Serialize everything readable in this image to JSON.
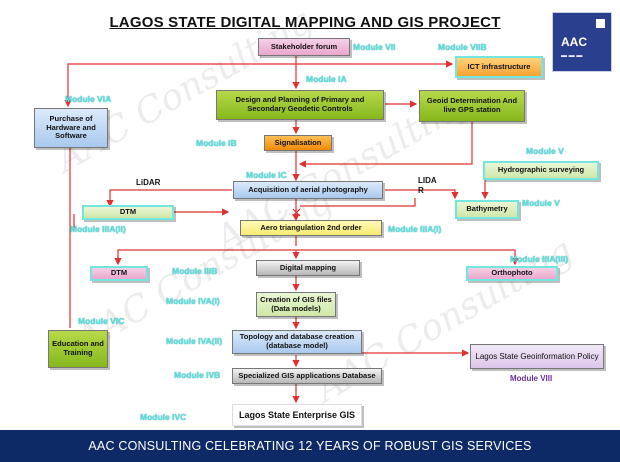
{
  "title": "LAGOS STATE DIGITAL MAPPING AND GIS PROJECT",
  "logo": {
    "text": "AAC"
  },
  "footer": "AAC CONSULTING CELEBRATING 12 YEARS OF ROBUST GIS SERVICES",
  "colors": {
    "footer_bg": "#0d2a66",
    "module_label": "#5fe2e2",
    "arrow": "#e03030",
    "module_viii": "#6a2fa0"
  },
  "boxes": {
    "stakeholder": "Stakeholder forum",
    "ict": "ICT infrastructure",
    "hardware": "Purchase of Hardware and Software",
    "design": "Design and Planning of Primary and Secondary Geodetic Controls",
    "geoid": "Geoid Determination And live GPS station",
    "signal": "Signalisation",
    "hydro": "Hydrographic surveying",
    "aerial": "Acquisition of aerial photography",
    "dtm1": "DTM",
    "bathy": "Bathymetry",
    "aerotri": "Aero triangulation 2nd order",
    "dtm2": "DTM",
    "digital": "Digital mapping",
    "ortho": "Orthophoto",
    "gisfiles": "Creation of GIS files (Data models)",
    "education": "Education and Training",
    "topology": "Topology and database creation (database model)",
    "policy": "Lagos State Geoinformation Policy",
    "specialized": "Specialized GIS applications Database",
    "enterprise": "Lagos State Enterprise GIS"
  },
  "modules": {
    "vii": "Module VII",
    "viib": "Module VIIB",
    "ia": "Module IA",
    "via": "Module VIA",
    "ib": "Module IB",
    "ic": "Module IC",
    "v1": "Module V",
    "v2": "Module V",
    "iiia_ii": "Module IIIA(II)",
    "iiia_i": "Module IIIA(I)",
    "iiia_iii": "Module IIIA(III)",
    "iiib": "Module IIIB",
    "iva_i": "Module IVA(I)",
    "vic": "Module VIC",
    "iva_ii": "Module IVA(II)",
    "ivb": "Module IVB",
    "ivc": "Module IVC",
    "viii": "Module VIII"
  },
  "labels": {
    "lidar_left": "LiDAR",
    "lidar_right_1": "LIDA",
    "lidar_right_2": "R"
  }
}
